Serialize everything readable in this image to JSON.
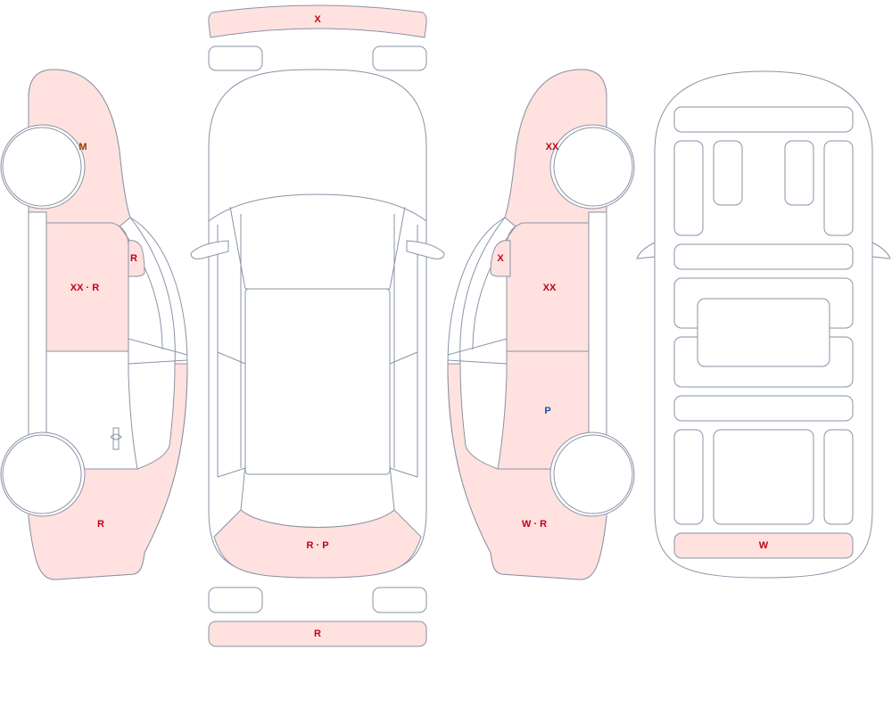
{
  "colors": {
    "damaged_fill": "#ffe2df",
    "panel_fill": "#ffffff",
    "outline": "#8a93a6",
    "label_red": "#c0001a",
    "label_brown": "#8b3a00",
    "label_blue": "#1a4fb0"
  },
  "labels": {
    "top_front_bumper": "X",
    "top_rear_bumper": "R",
    "top_trunk_lid": "R · P",
    "left_front_fender": "M",
    "left_front_door": "XX · R",
    "left_mirror": "R",
    "left_rear_quarter": "R",
    "right_front_fender": "XX",
    "right_mirror": "X",
    "right_front_door": "XX",
    "right_rear_door": "P",
    "right_rear_quarter": "W · R",
    "interior_rear_panel": "W"
  }
}
